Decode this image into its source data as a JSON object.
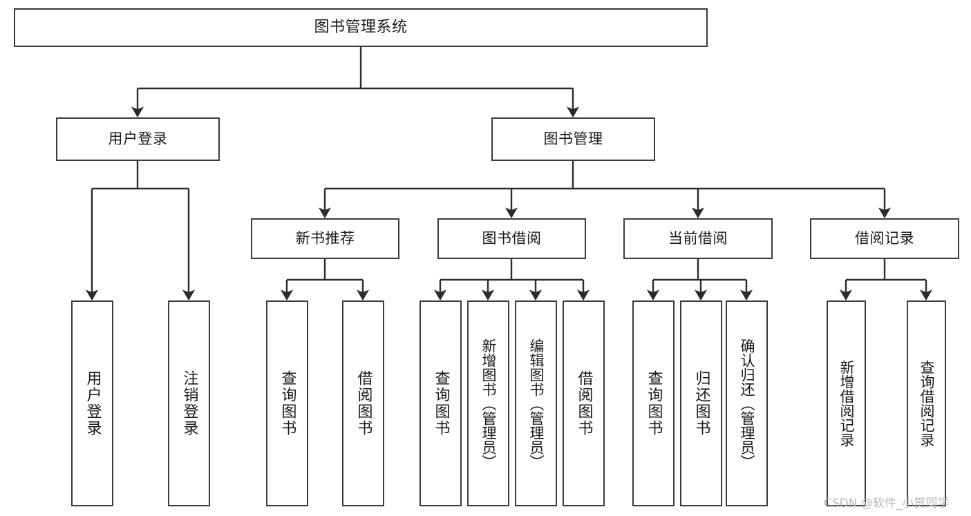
{
  "diagram": {
    "type": "tree",
    "title": "图书管理系统",
    "orientation": "top-down",
    "nodes": {
      "root": {
        "label": "图书管理系统",
        "level": 0
      },
      "user_login": {
        "label": "用户登录",
        "level": 1
      },
      "book_manage": {
        "label": "图书管理",
        "level": 1
      },
      "new_book_rec": {
        "label": "新书推荐",
        "level": 2
      },
      "book_borrow": {
        "label": "图书借阅",
        "level": 2
      },
      "current_borrow": {
        "label": "当前借阅",
        "level": 2
      },
      "borrow_record": {
        "label": "借阅记录",
        "level": 2
      },
      "leaf_user_login": {
        "label": "用户登录",
        "level": 2
      },
      "leaf_logout": {
        "label": "注销登录",
        "level": 2
      },
      "leaf_query_book_1": {
        "label": "查询图书",
        "level": 3
      },
      "leaf_borrow_book_1": {
        "label": "借阅图书",
        "level": 3
      },
      "leaf_query_book_2": {
        "label": "查询图书",
        "level": 3
      },
      "leaf_add_book": {
        "label": "新增图书（管理员）",
        "level": 3
      },
      "leaf_edit_book": {
        "label": "编辑图书（管理员）",
        "level": 3
      },
      "leaf_borrow_book_2": {
        "label": "借阅图书",
        "level": 3
      },
      "leaf_query_book_3": {
        "label": "查询图书",
        "level": 3
      },
      "leaf_return_book": {
        "label": "归还图书",
        "level": 3
      },
      "leaf_confirm_return": {
        "label": "确认归还（管理员）",
        "level": 3
      },
      "leaf_add_record": {
        "label": "新增借阅记录",
        "level": 3
      },
      "leaf_query_record": {
        "label": "查询借阅记录",
        "level": 3
      }
    },
    "edges": [
      {
        "from": "root",
        "to": "user_login"
      },
      {
        "from": "root",
        "to": "book_manage"
      },
      {
        "from": "user_login",
        "to": "leaf_user_login"
      },
      {
        "from": "user_login",
        "to": "leaf_logout"
      },
      {
        "from": "book_manage",
        "to": "new_book_rec"
      },
      {
        "from": "book_manage",
        "to": "book_borrow"
      },
      {
        "from": "book_manage",
        "to": "current_borrow"
      },
      {
        "from": "book_manage",
        "to": "borrow_record"
      },
      {
        "from": "new_book_rec",
        "to": "leaf_query_book_1"
      },
      {
        "from": "new_book_rec",
        "to": "leaf_borrow_book_1"
      },
      {
        "from": "book_borrow",
        "to": "leaf_query_book_2"
      },
      {
        "from": "book_borrow",
        "to": "leaf_add_book"
      },
      {
        "from": "book_borrow",
        "to": "leaf_edit_book"
      },
      {
        "from": "book_borrow",
        "to": "leaf_borrow_book_2"
      },
      {
        "from": "current_borrow",
        "to": "leaf_query_book_3"
      },
      {
        "from": "current_borrow",
        "to": "leaf_return_book"
      },
      {
        "from": "current_borrow",
        "to": "leaf_confirm_return"
      },
      {
        "from": "borrow_record",
        "to": "leaf_add_record"
      },
      {
        "from": "borrow_record",
        "to": "leaf_query_record"
      }
    ],
    "colors": {
      "box_border": "#3b3b3b",
      "box_fill": "#ffffff",
      "connector": "#2b2b2b",
      "text": "#1a1a1a",
      "watermark": "#b9b9b9",
      "background": "#ffffff"
    }
  },
  "watermark": {
    "text": "CSDN @软件_小贺同学"
  }
}
